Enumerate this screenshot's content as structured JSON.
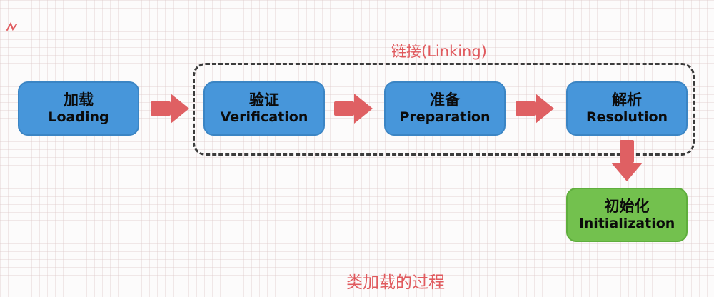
{
  "caption": "类加载的过程",
  "linking": {
    "label": "链接(Linking)"
  },
  "nodes": {
    "loading": {
      "zh": "加载",
      "en": "Loading"
    },
    "verification": {
      "zh": "验证",
      "en": "Verification"
    },
    "preparation": {
      "zh": "准备",
      "en": "Preparation"
    },
    "resolution": {
      "zh": "解析",
      "en": "Resolution"
    },
    "initialization": {
      "zh": "初始化",
      "en": "Initialization"
    }
  },
  "arrows": [
    {
      "icon": "arrow-right-icon",
      "from": "loading",
      "to": "verification"
    },
    {
      "icon": "arrow-right-icon",
      "from": "verification",
      "to": "preparation"
    },
    {
      "icon": "arrow-right-icon",
      "from": "preparation",
      "to": "resolution"
    },
    {
      "icon": "arrow-down-icon",
      "from": "resolution",
      "to": "initialization"
    }
  ],
  "colors": {
    "node_blue": "#4796da",
    "node_blue_border": "#3b85c4",
    "node_green": "#73c14e",
    "node_green_border": "#5fae3d",
    "arrow_red": "#df6063",
    "label_red": "#e05a5e",
    "node_text": "#0b0b0b"
  }
}
